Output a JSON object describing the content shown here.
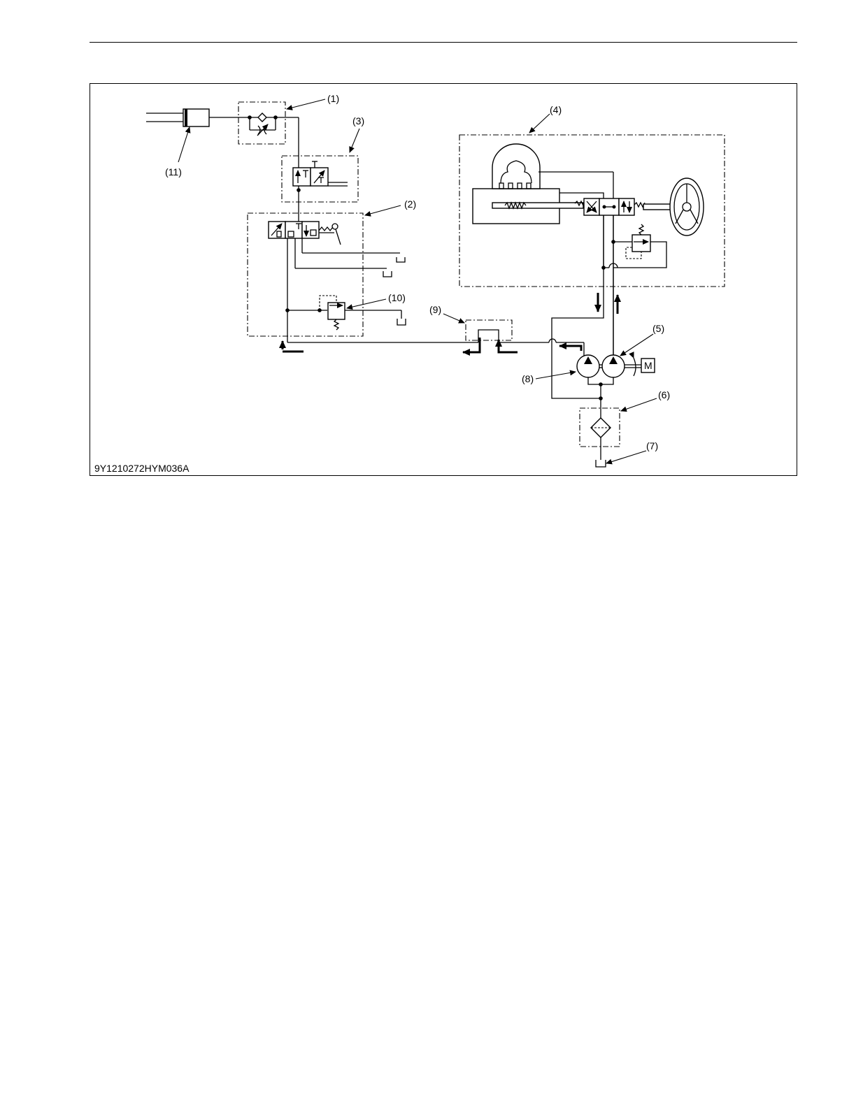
{
  "diagram": {
    "callouts": [
      {
        "id": "1",
        "text": "(1)"
      },
      {
        "id": "2",
        "text": "(2)"
      },
      {
        "id": "3",
        "text": "(3)"
      },
      {
        "id": "4",
        "text": "(4)"
      },
      {
        "id": "5",
        "text": "(5)"
      },
      {
        "id": "6",
        "text": "(6)"
      },
      {
        "id": "7",
        "text": "(7)"
      },
      {
        "id": "8",
        "text": "(8)"
      },
      {
        "id": "9",
        "text": "(9)"
      },
      {
        "id": "10",
        "text": "(10)"
      },
      {
        "id": "11",
        "text": "(11)"
      }
    ],
    "motor_symbol": "M",
    "figure_code": "9Y1210272HYM036A"
  }
}
